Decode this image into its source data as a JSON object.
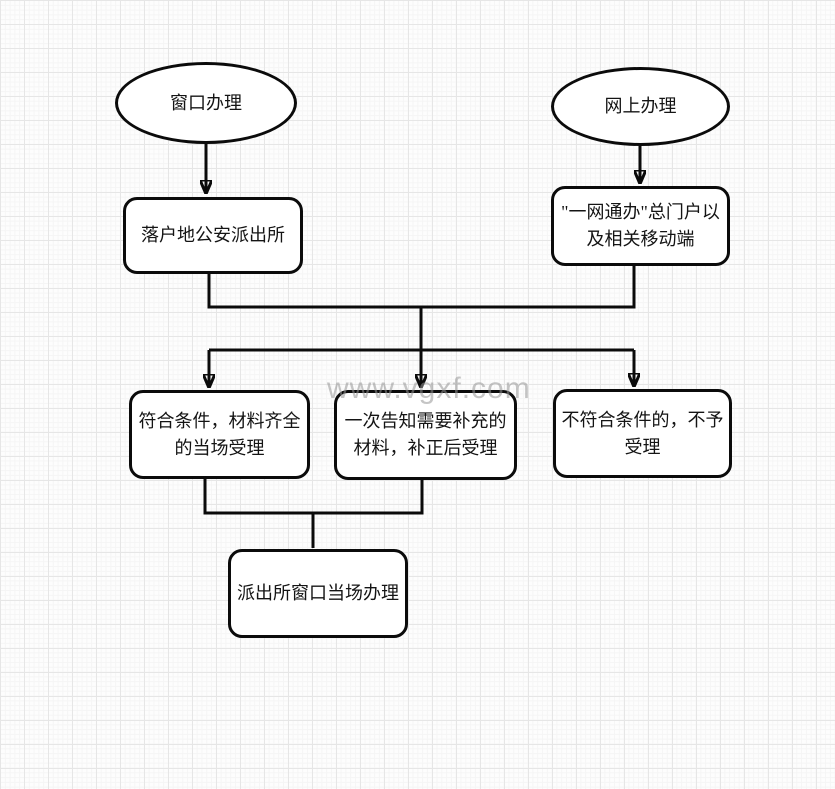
{
  "watermark": {
    "text": "www.vgxf.com"
  },
  "colors": {
    "shape_stroke": "#0b0b0b",
    "shape_fill": "#ffffff",
    "text": "#141414",
    "watermark": "#969696",
    "grid_minor": "#f5f5f5",
    "grid_major": "#e6e6e6"
  },
  "nodes": {
    "window": {
      "shape": "ellipse",
      "lines": [
        "窗口办理"
      ]
    },
    "online": {
      "shape": "ellipse",
      "lines": [
        "网上办理"
      ]
    },
    "police": {
      "shape": "rounded-rect",
      "lines": [
        "落户地公安派出所"
      ]
    },
    "portal": {
      "shape": "rounded-rect",
      "lines": [
        "\"一网通办\"总门户以",
        "及相关移动端"
      ]
    },
    "accept": {
      "shape": "rounded-rect",
      "lines": [
        "符合条件，材料齐全",
        "的当场受理"
      ]
    },
    "supplement": {
      "shape": "rounded-rect",
      "lines": [
        "一次告知需要补充的",
        "材料，补正后受理"
      ]
    },
    "reject": {
      "shape": "rounded-rect",
      "lines": [
        "不符合条件的，不予",
        "受理"
      ]
    },
    "onsite": {
      "shape": "rounded-rect",
      "lines": [
        "派出所窗口当场办理"
      ]
    }
  }
}
